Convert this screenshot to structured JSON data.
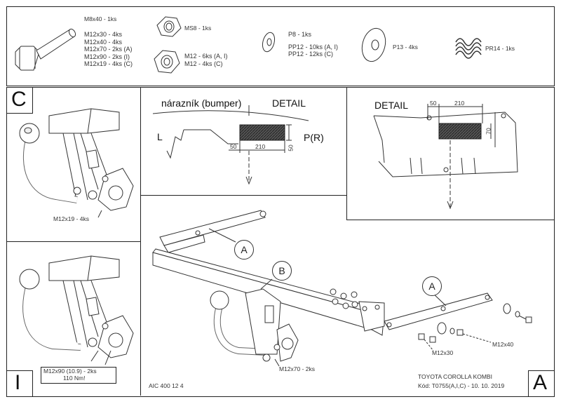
{
  "parts": {
    "bolt": {
      "head": "M8x40 - 1ks",
      "lines": [
        "M12x30 - 4ks",
        "M12x40 - 4ks",
        "M12x70 - 2ks (A)",
        "M12x90 - 2ks (I)",
        "M12x19 - 4ks (C)"
      ]
    },
    "nut_ms8": "MS8 - 1ks",
    "nut_m12": [
      "M12 - 6ks (A, I)",
      "M12 - 4ks (C)"
    ],
    "washer_p8": [
      "P8 - 1ks",
      "PP12 - 10ks (A, I)",
      "PP12 - 12ks (C)"
    ],
    "washer_p13": "P13 - 4ks",
    "spring_pr14": "PR14 - 1ks"
  },
  "panel_c": {
    "letter": "C",
    "label": "M12x19 - 4ks"
  },
  "panel_i": {
    "letter": "I",
    "label_line1": "M12x90 (10.9) - 2ks",
    "label_line2": "110 Nm!"
  },
  "detail_left": {
    "title_bumper": "nárazník (bumper)",
    "title_detail": "DETAIL",
    "side_l": "L",
    "side_pr": "P(R)",
    "dim_50a": "50",
    "dim_210": "210",
    "dim_50b": "50"
  },
  "detail_right": {
    "title": "DETAIL",
    "dim_50": "50",
    "dim_210": "210",
    "dim_70": "70"
  },
  "main": {
    "callout_a_left": "A",
    "callout_b": "B",
    "callout_a_right": "A",
    "label_m12x30": "M12x30",
    "label_m12x40": "M12x40",
    "label_m12x70": "M12x70 - 2ks",
    "code": "AIC 400 12 4",
    "vehicle": "TOYOTA COROLLA KOMBI",
    "kod": "Kód: T0755(A,I,C) - 10. 10. 2019",
    "letter": "A"
  }
}
